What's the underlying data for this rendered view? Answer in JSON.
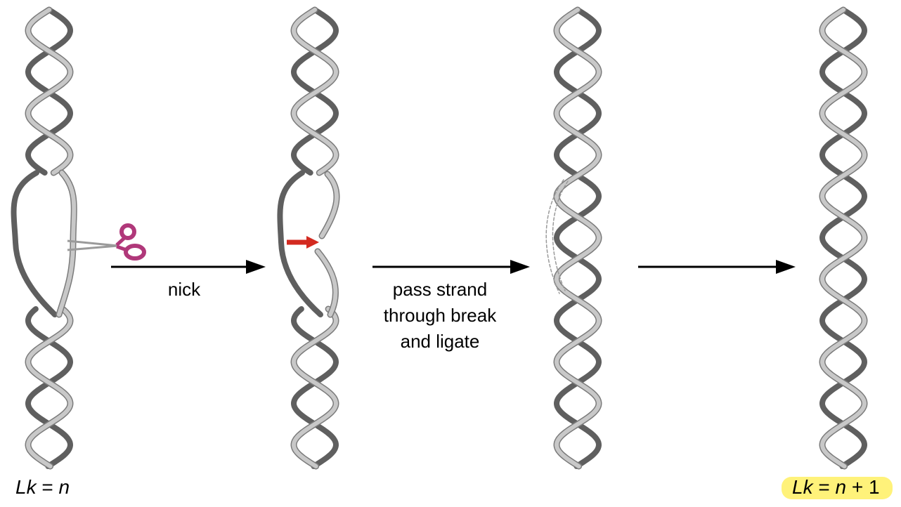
{
  "arrow_labels": {
    "nick": "nick",
    "pass_lines": [
      "pass strand",
      "through break",
      "and ligate"
    ]
  },
  "left_label": {
    "prefix": "Lk",
    "eq": " = ",
    "var": "n"
  },
  "right_label": {
    "prefix": "Lk",
    "eq": " = ",
    "var": "n",
    "suffix": " + 1"
  },
  "colors": {
    "dark_strand": "#5f5f5f",
    "light_strand": "#c8c8c8",
    "light_edge": "#7b7b7b",
    "arrow": "#000000",
    "scissor_handle": "#b0387a",
    "red_arrow": "#d32a20",
    "highlight": "#fff27a"
  },
  "icons": [
    "scissors-icon",
    "red-arrow-icon"
  ]
}
